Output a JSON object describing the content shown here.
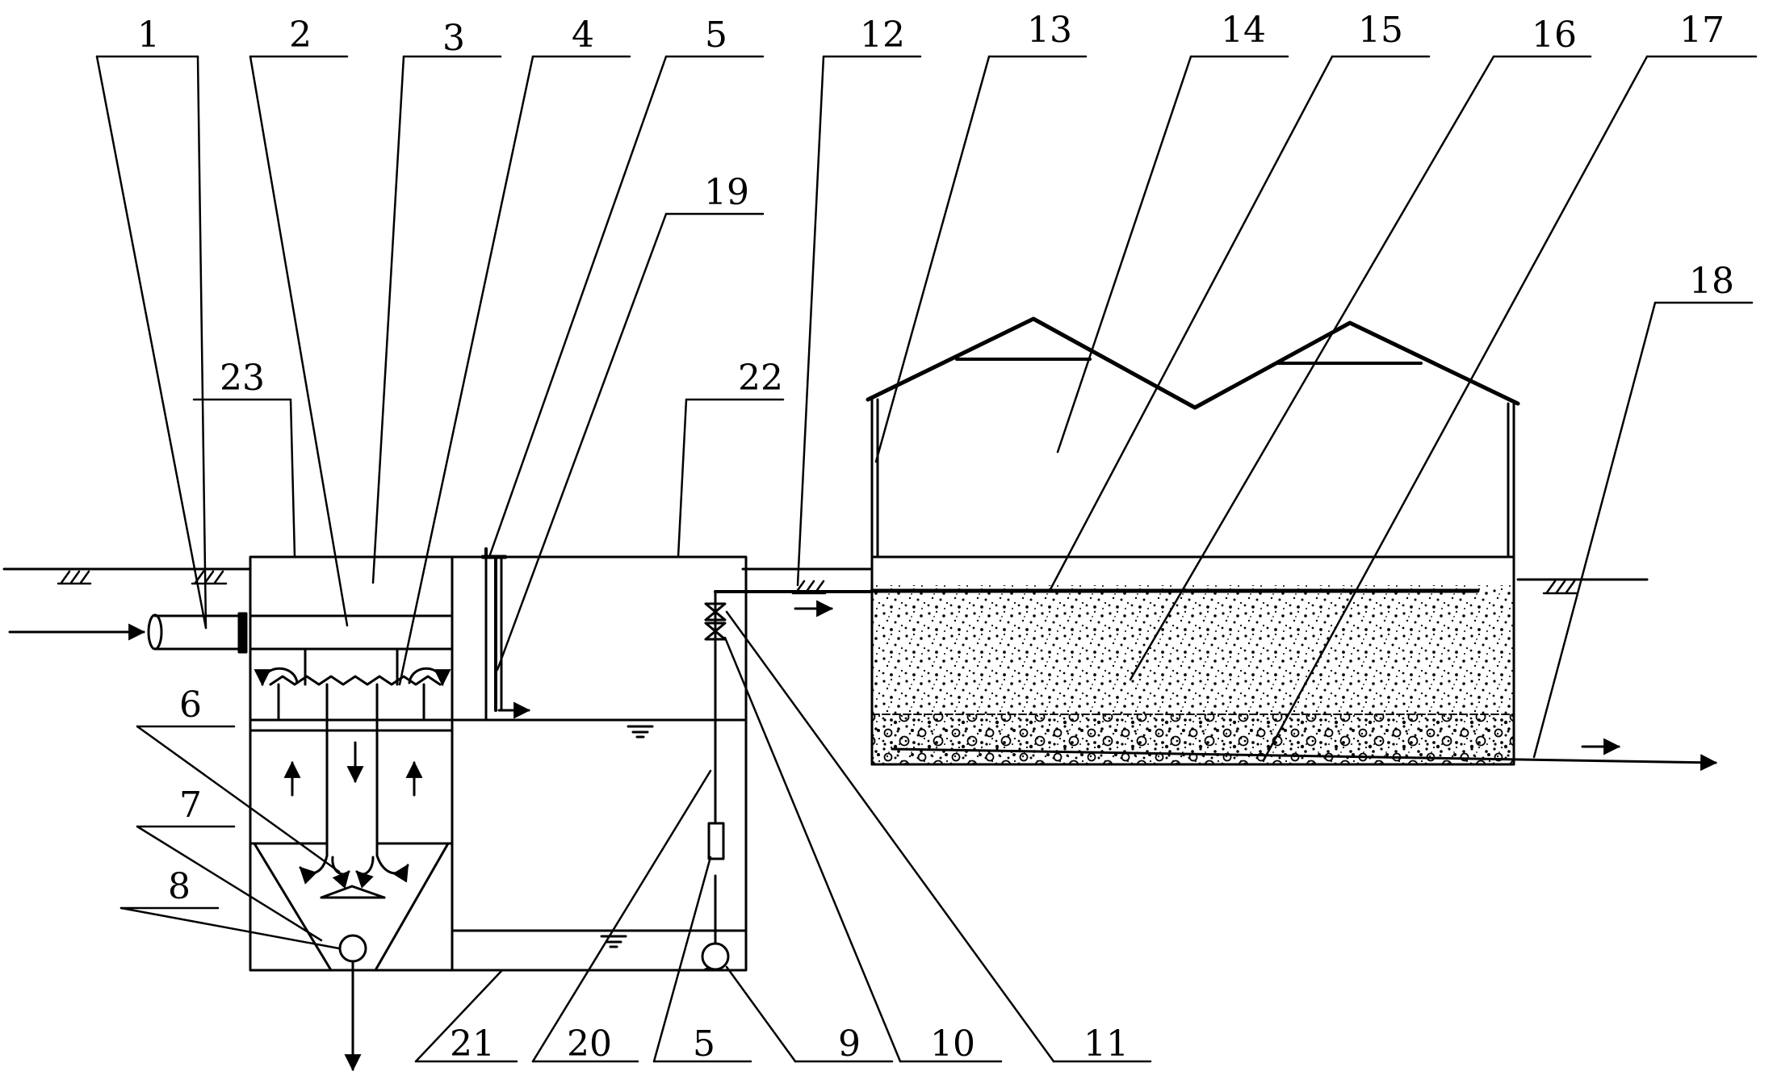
{
  "labels": {
    "n1": "1",
    "n2": "2",
    "n3": "3",
    "n4": "4",
    "n5a": "5",
    "n5b": "5",
    "n6": "6",
    "n7": "7",
    "n8": "8",
    "n9": "9",
    "n10": "10",
    "n11": "11",
    "n12": "12",
    "n13": "13",
    "n14": "14",
    "n15": "15",
    "n16": "16",
    "n17": "17",
    "n18": "18",
    "n19": "19",
    "n20": "20",
    "n21": "21",
    "n22": "22",
    "n23": "23"
  },
  "colors": {
    "ink": "#000000",
    "paper": "#ffffff"
  }
}
